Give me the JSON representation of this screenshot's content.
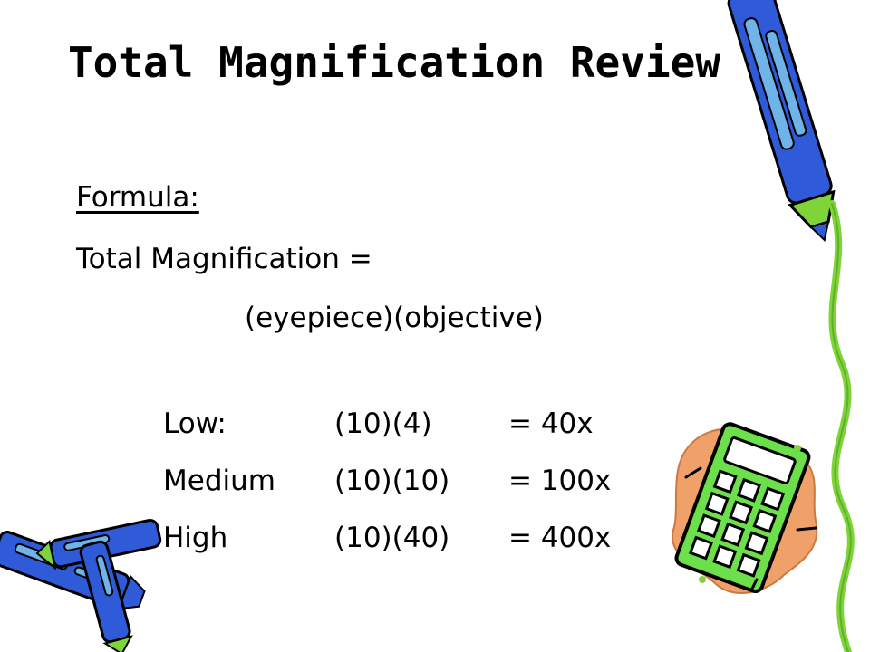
{
  "slide": {
    "title": "Total Magnification Review",
    "formula_label": "Formula:",
    "formula_line1": "Total Magnification =",
    "formula_line2": "(eyepiece)(objective)",
    "rows": [
      {
        "name": "Low:",
        "calc": "(10)(4)",
        "result": "= 40x"
      },
      {
        "name": "Medium",
        "calc": "(10)(10)",
        "result": "= 100x"
      },
      {
        "name": "High",
        "calc": "(10)(40)",
        "result": "= 400x"
      }
    ]
  },
  "clipart": {
    "pencil_icon": "pencil-icon",
    "crayons_icon": "crayons-icon",
    "calculator_icon": "calculator-icon",
    "colors": {
      "pencil_body": "#2f5bd9",
      "pencil_light": "#6fb4e8",
      "pencil_green": "#7fd43a",
      "calc_body": "#6be04a",
      "calc_splash": "#f0a16a"
    }
  }
}
